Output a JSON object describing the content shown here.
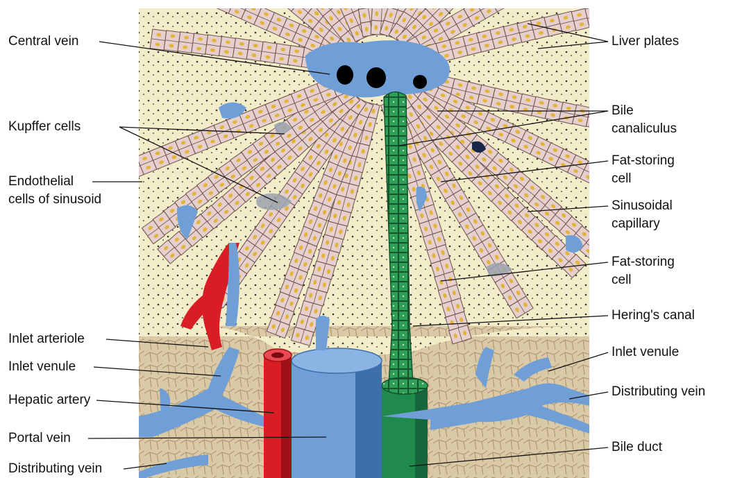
{
  "labels_left": {
    "central_vein": "Central vein",
    "kupffer_cells": "Kupffer cells",
    "endothelial_1": "Endothelial",
    "endothelial_2": "cells of sinusoid",
    "inlet_arteriole": "Inlet arteriole",
    "inlet_venule": "Inlet venule",
    "hepatic_artery": "Hepatic artery",
    "portal_vein": "Portal vein",
    "distributing_vein": "Distributing vein"
  },
  "labels_right": {
    "liver_plates": "Liver plates",
    "bile_canaliculus_1": "Bile",
    "bile_canaliculus_2": "canaliculus",
    "fat_storing_cell_a_1": "Fat-storing",
    "fat_storing_cell_a_2": "cell",
    "sinusoidal_capillary_1": "Sinusoidal",
    "sinusoidal_capillary_2": "capillary",
    "fat_storing_cell_b_1": "Fat-storing",
    "fat_storing_cell_b_2": "cell",
    "herings_canal": "Hering's canal",
    "inlet_venule": "Inlet venule",
    "distributing_vein": "Distributing vein",
    "bile_duct": "Bile duct"
  },
  "colors": {
    "hepatocyte": "#e6d0cd",
    "sinusoid": "#f3ecc8",
    "vein": "#6f9fd6",
    "artery": "#d81e24",
    "bile": "#2f9e57",
    "connective": "#d9c9a6",
    "nucleus": "#e2b43a"
  }
}
